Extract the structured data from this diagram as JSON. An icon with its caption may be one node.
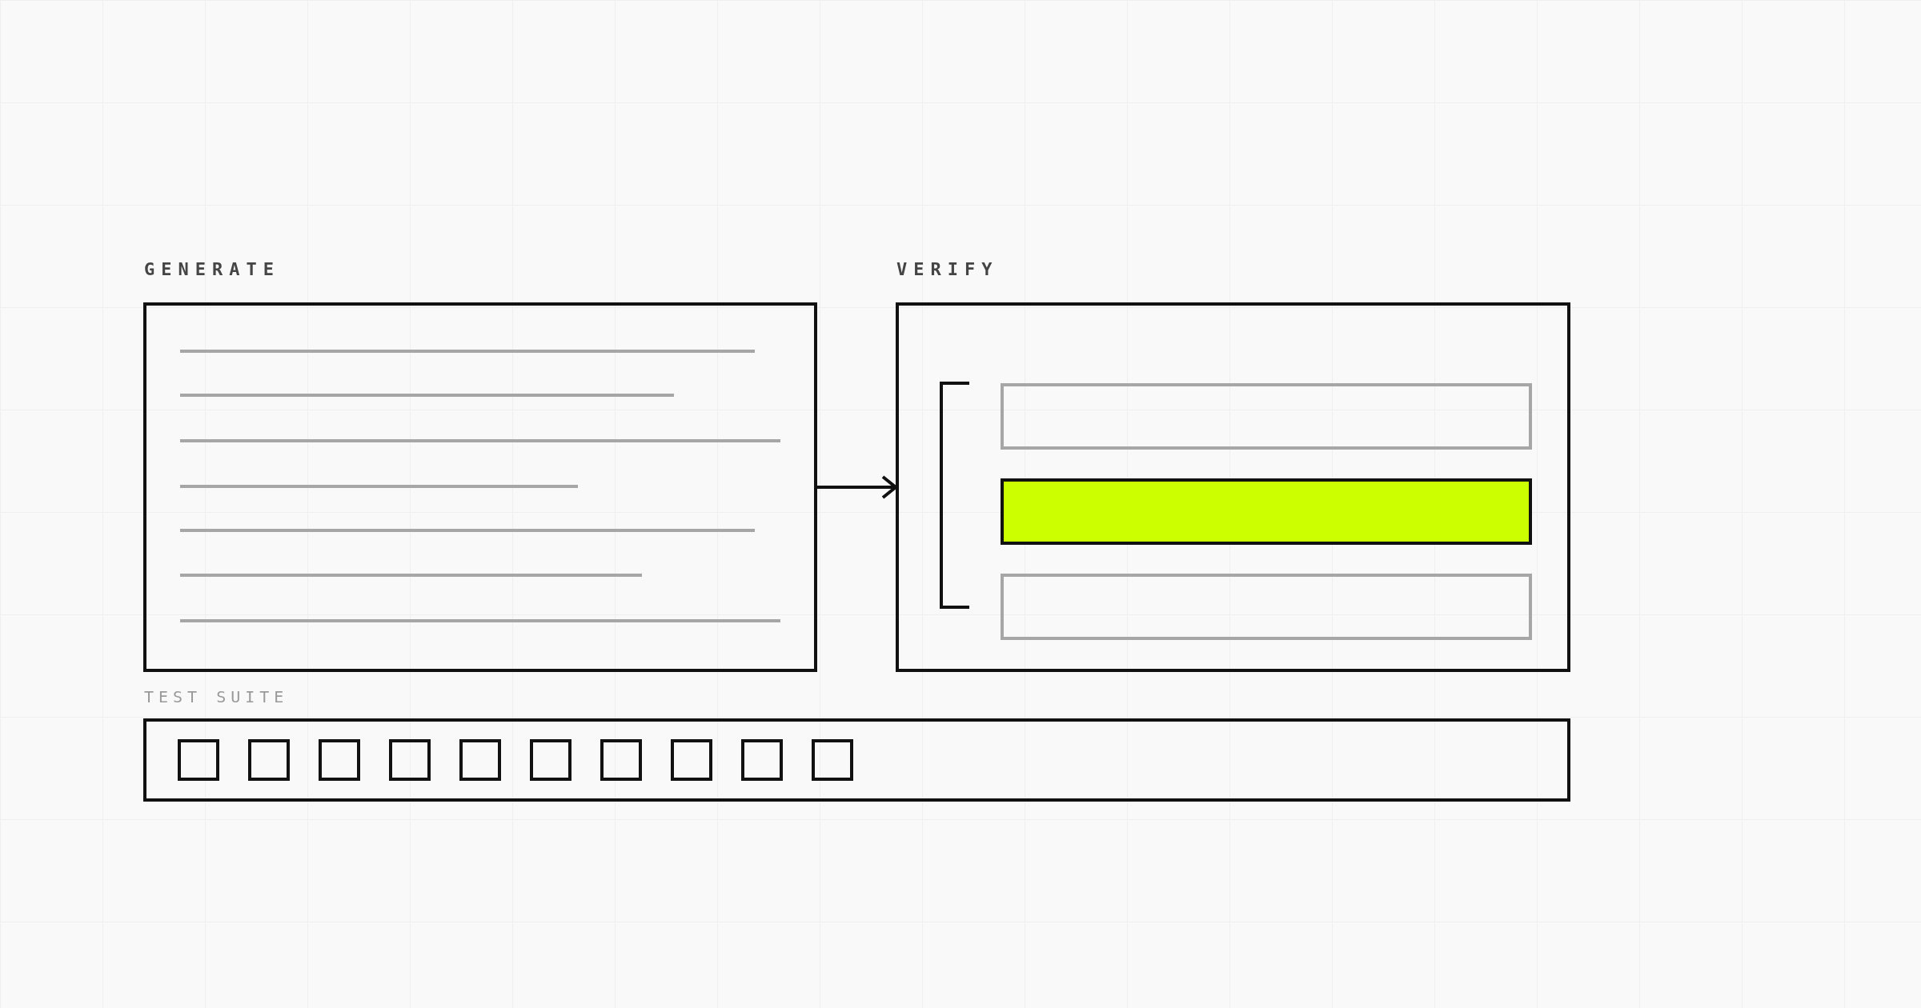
{
  "diagram": {
    "nodes": [
      {
        "text": [
          "GENERATE"
        ]
      },
      {
        "text": [
          "VERIFY"
        ]
      },
      {
        "text": [
          "TEST SUITE"
        ]
      }
    ],
    "edges": [
      {
        "from": 0,
        "to": 1,
        "arrow": "to"
      }
    ]
  }
}
